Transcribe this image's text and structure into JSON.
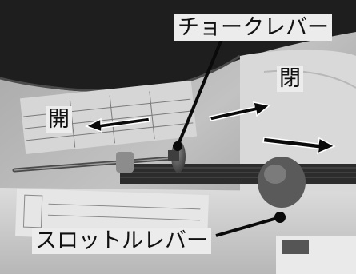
{
  "labels": {
    "choke_lever": "チョークレバー",
    "open_left": "開",
    "open_right": "閉",
    "throttle_lever": "スロットルレバー"
  },
  "colors": {
    "label_bg": "#ececec",
    "arrow": "#0a0a0a",
    "leader_line": "#0a0a0a"
  }
}
